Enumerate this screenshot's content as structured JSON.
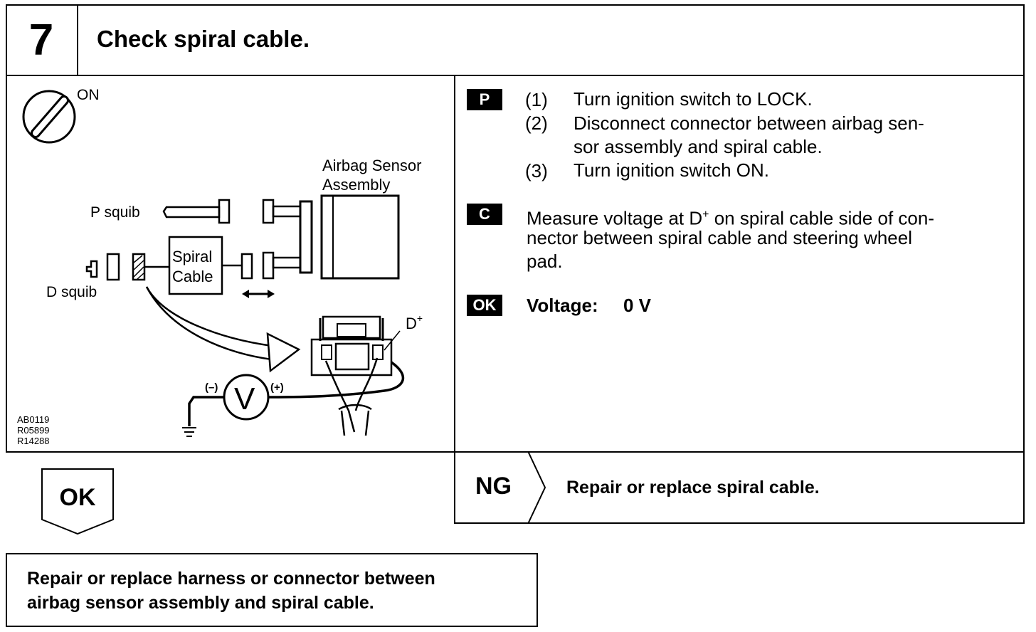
{
  "step": {
    "number": "7",
    "title": "Check spiral cable."
  },
  "illustration": {
    "ignition_label": "ON",
    "airbag_sensor_label_line1": "Airbag Sensor",
    "airbag_sensor_label_line2": "Assembly",
    "p_squib": "P squib",
    "d_squib": "D squib",
    "spiral_line1": "Spiral",
    "spiral_line2": "Cable",
    "d_plus": "D",
    "d_plus_sup": "+",
    "meter_symbol": "V",
    "minus": "(–)",
    "plus": "(+)",
    "codes": [
      "AB0119",
      "R05899",
      "R14288"
    ]
  },
  "procedure": {
    "prep_badge": "P",
    "prep_steps": [
      {
        "num": "(1)",
        "text": "Turn ignition switch to LOCK."
      },
      {
        "num": "(2)",
        "text_line1": "Disconnect connector between airbag sen-",
        "text_line2": "sor assembly and spiral cable."
      },
      {
        "num": "(3)",
        "text": "Turn ignition switch ON."
      }
    ],
    "check_badge": "C",
    "check_text_line1_a": "Measure voltage at D",
    "check_text_line1_sup": "+",
    "check_text_line1_b": " on spiral cable side of con-",
    "check_text_line2": "nector between spiral cable and steering wheel",
    "check_text_line3": "pad.",
    "ok_badge": "OK",
    "spec_label": "Voltage:",
    "spec_value": "0 V"
  },
  "result_ok": {
    "label": "OK",
    "action_line1": "Repair or replace harness or connector between",
    "action_line2": "airbag sensor assembly and spiral cable."
  },
  "result_ng": {
    "label": "NG",
    "action": "Repair or replace spiral cable."
  }
}
